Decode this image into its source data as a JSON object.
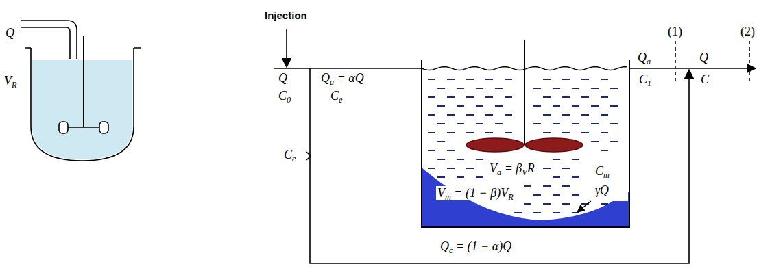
{
  "diagram": {
    "labels": [
      "Q",
      "VR",
      "Injection",
      "Q",
      "Qa = αQ",
      "C0",
      "Ce",
      "Qa",
      "C1",
      "(1)",
      "Q",
      "C",
      "(2)",
      "Va = βVR",
      "Cm",
      "γQ",
      "Vm = (1 − β)VR",
      "Ce",
      "Qc = (1 − α)Q"
    ]
  }
}
